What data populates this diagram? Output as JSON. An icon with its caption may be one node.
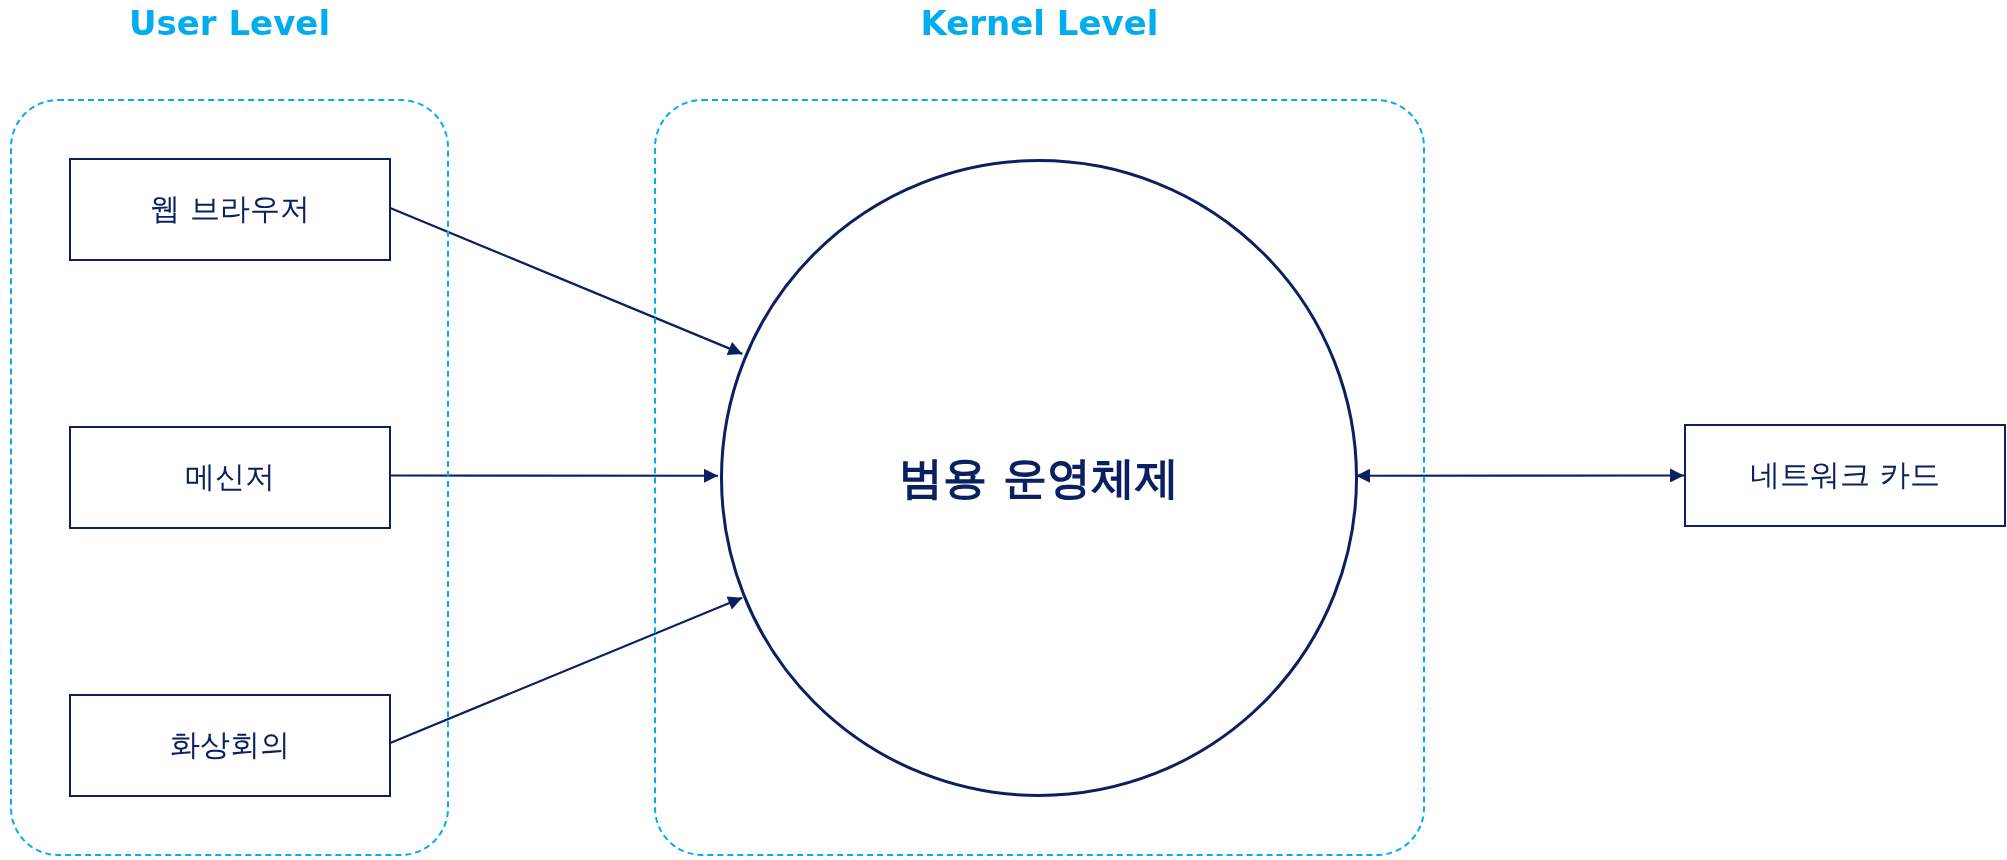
{
  "diagram": {
    "nodes": [
      {
        "text": [
          "User Level"
        ]
      },
      {
        "text": [
          "웹 브라우저"
        ],
        "in": 0
      },
      {
        "text": [
          "메신저"
        ],
        "in": 0
      },
      {
        "text": [
          "화상회의"
        ],
        "in": 0
      },
      {
        "text": [
          "Kernel Level"
        ]
      },
      {
        "text": [
          "범용 운영체제"
        ],
        "in": 4
      },
      {
        "text": [
          "네트워크 카드"
        ]
      }
    ],
    "edges": [
      {
        "from": 1,
        "to": 5,
        "arrow": "to"
      },
      {
        "from": 2,
        "to": 5,
        "arrow": "to"
      },
      {
        "from": 3,
        "to": 5,
        "arrow": "to"
      },
      {
        "from": 5,
        "to": 6,
        "arrow": "both"
      }
    ]
  }
}
